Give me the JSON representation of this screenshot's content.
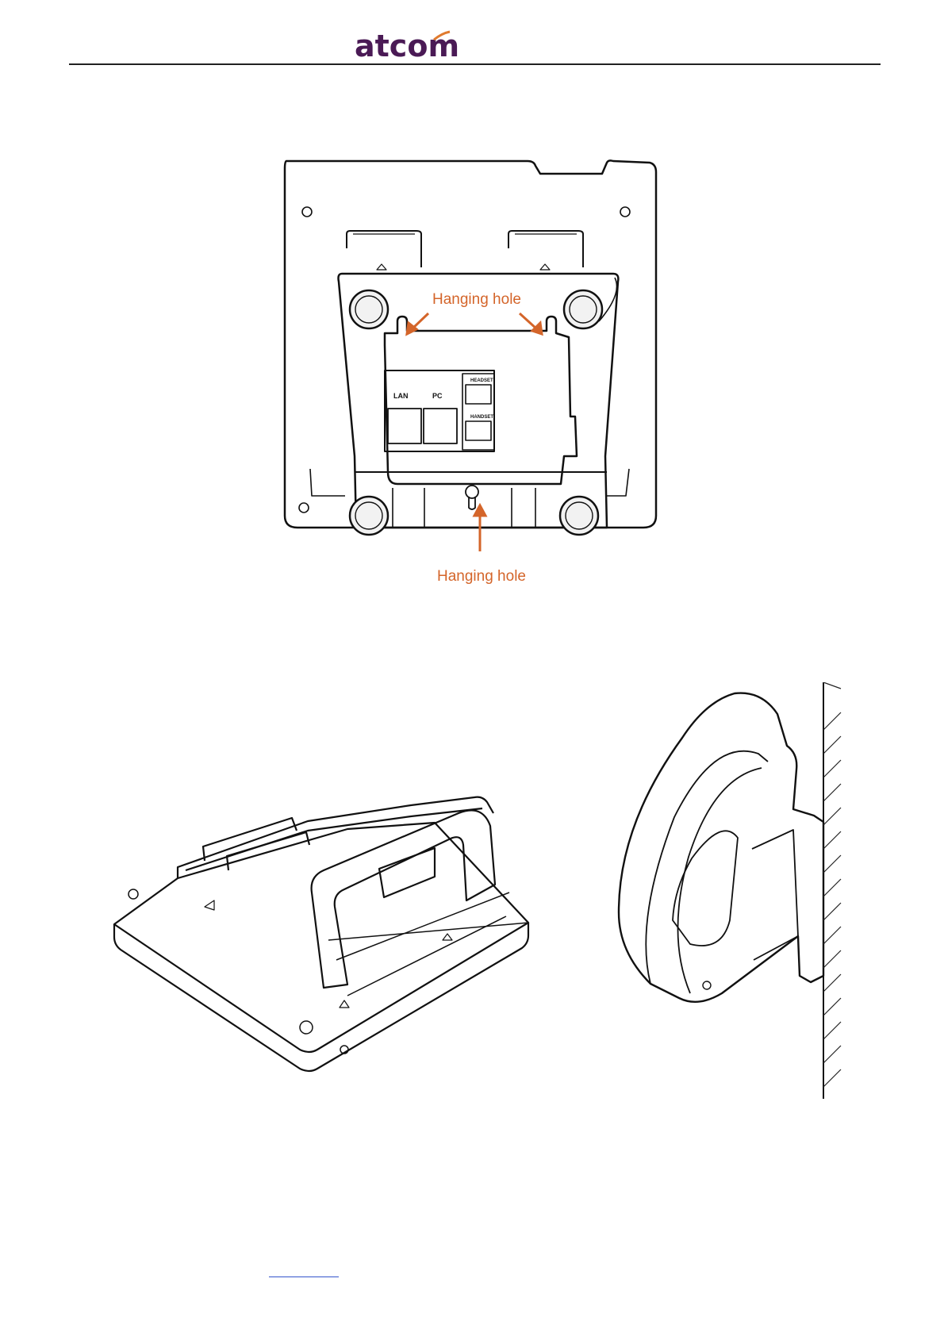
{
  "header": {
    "logo_text": "atcom",
    "brand_color": "#4a1a55",
    "swoosh_color": "#e07a2e"
  },
  "figure_back": {
    "callouts": {
      "top": "Hanging hole",
      "bottom": "Hanging hole"
    },
    "port_labels": {
      "lan": "LAN",
      "pc": "PC",
      "headset": "HEADSET",
      "handset": "HANDSET"
    },
    "callout_color": "#d4652a"
  },
  "figure_stand": {},
  "figure_wall": {},
  "footer": {}
}
